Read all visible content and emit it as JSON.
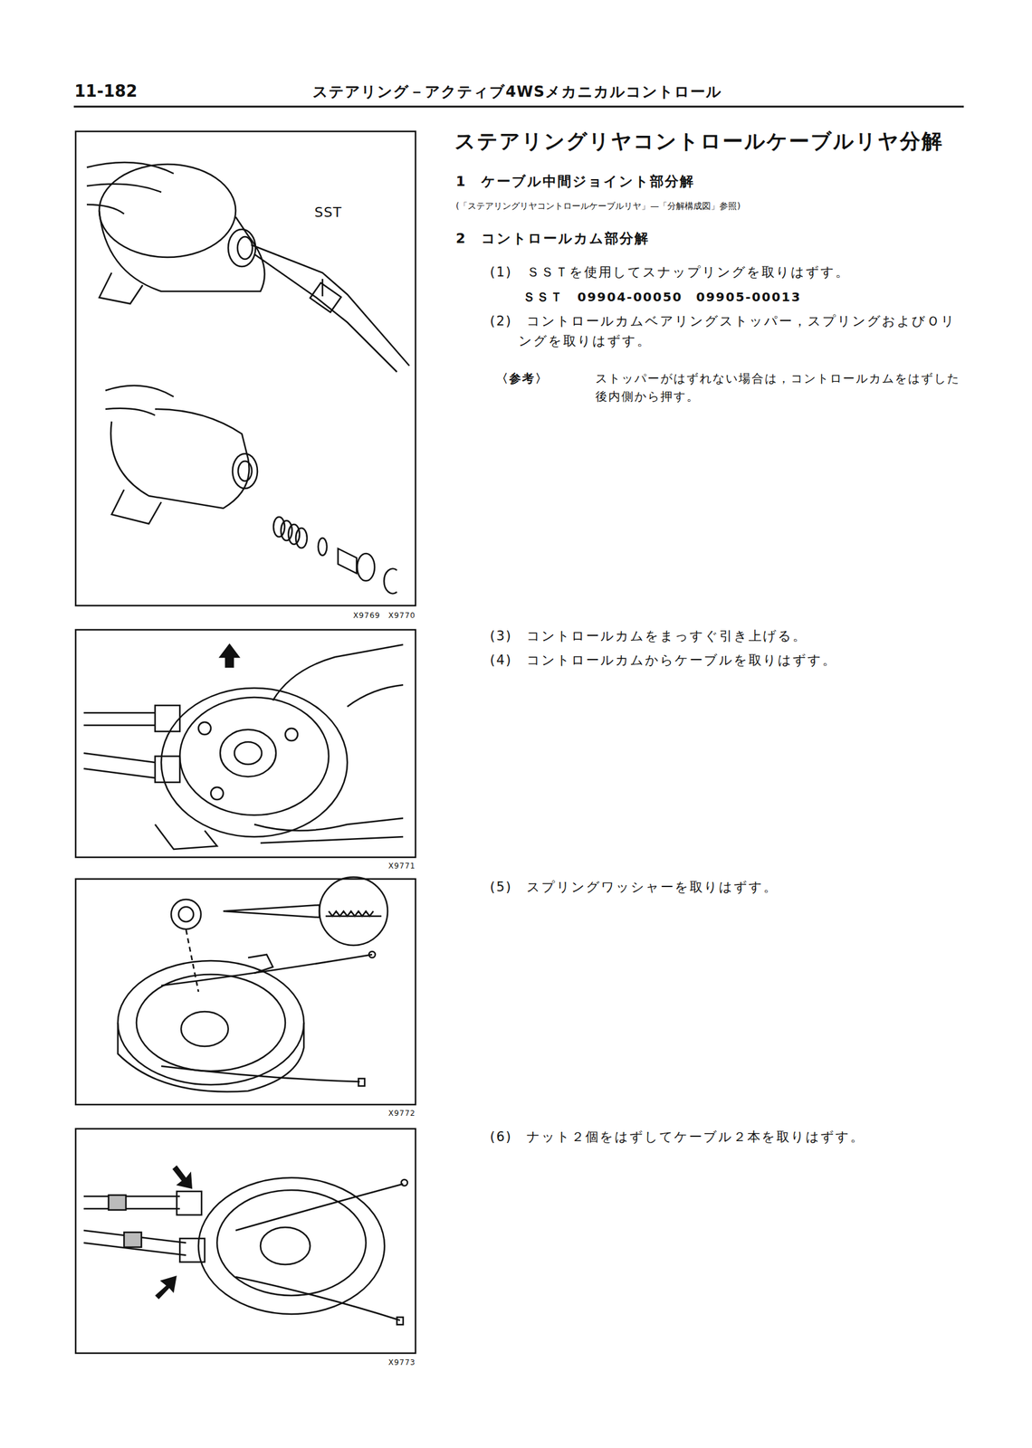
{
  "diagram": {
    "title": "ステアリングリヤコントロールケーブルリヤ分解",
    "labels": [
      "11-182",
      "ステアリング－アクティブ4WSメカニカルコントロール",
      "1　ケーブル中間ジョイント部分解",
      "(「ステアリングリヤコントロールケーブルリヤ」—「分解構成図」参照)",
      "2　コントロールカム部分解",
      "(1)　ＳＳＴを使用してスナップリングを取りはずす。",
      "ＳＳＴ　09904-00050　09905-00013",
      "(2)　コントロールカムベアリングストッパー，スプリングおよびＯリングを取りはずす。",
      "〈参考〉",
      "ストッパーがはずれない場合は，コントロールカムをはずした後内側から押す。",
      "(3)　コントロールカムをまっすぐ引き上げる。",
      "(4)　コントロールカムからケーブルを取りはずす。",
      "(5)　スプリングワッシャーを取りはずす。",
      "(6)　ナット２個をはずしてケーブル２本を取りはずす。",
      "SST",
      "X9769　X9770",
      "X9771",
      "X9772",
      "X9773"
    ]
  }
}
